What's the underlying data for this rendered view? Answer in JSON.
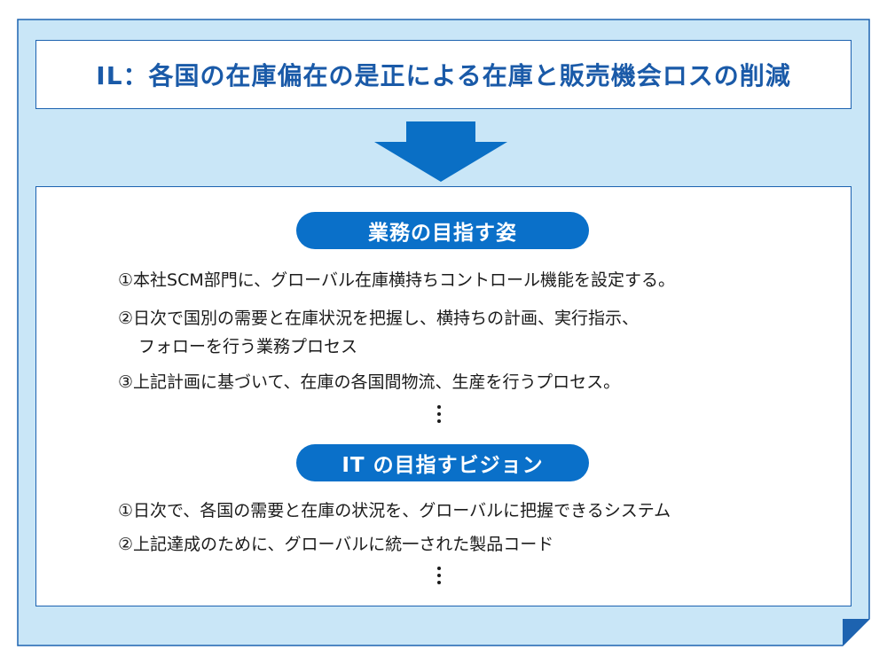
{
  "title": "IL：各国の在庫偏在の是正による在庫と販売機会ロスの削減",
  "section1": {
    "heading": "業務の目指す姿",
    "items": [
      "①本社SCM部門に、グローバル在庫横持ちコントロール機能を設定する。",
      "②日次で国別の需要と在庫状況を把握し、横持ちの計画、実行指示、",
      "フォローを行う業務プロセス",
      "③上記計画に基づいて、在庫の各国間物流、生産を行うプロセス。"
    ]
  },
  "section2": {
    "heading": "IT の目指すビジョン",
    "items": [
      "①日次で、各国の需要と在庫の状況を、グローバルに把握できるシステム",
      "②上記達成のために、グローバルに統一された製品コード"
    ]
  },
  "colors": {
    "background_panel": "#c9e6f7",
    "border": "#1d63b0",
    "accent": "#0a70c9",
    "title_text": "#1a5aa8"
  }
}
